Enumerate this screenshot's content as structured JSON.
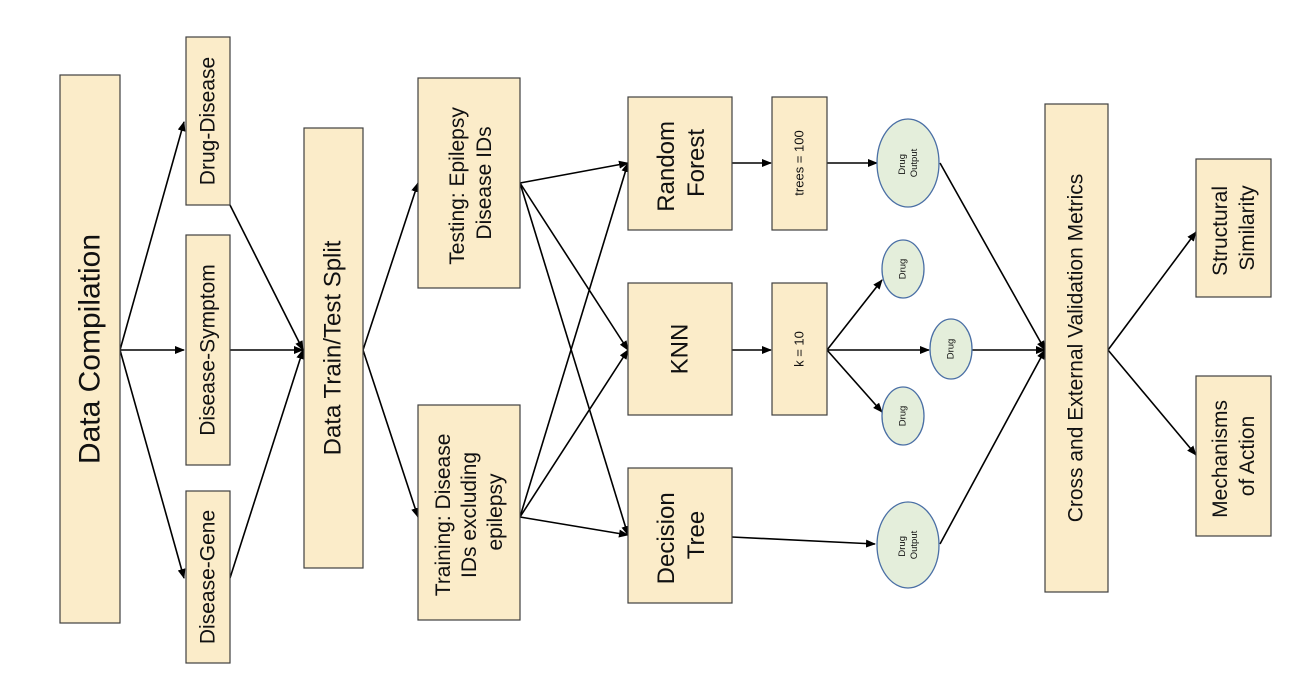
{
  "nodes": {
    "data_compilation": "Data Compilation",
    "drug_disease": "Drug-Disease",
    "disease_symptom": "Disease-Symptom",
    "disease_gene": "Disease-Gene",
    "train_test_split": "Data Train/Test Split",
    "testing": [
      "Testing: Epilepsy",
      "Disease IDs"
    ],
    "training": [
      "Training: Disease",
      "IDs excluding",
      "epilepsy"
    ],
    "random_forest": [
      "Random",
      "Forest"
    ],
    "knn": "KNN",
    "decision_tree": [
      "Decision",
      "Tree"
    ],
    "trees_param": "trees = 100",
    "k_param": "k = 10",
    "rf_output": [
      "Drug",
      "Output"
    ],
    "drug_1": "Drug",
    "drug_2": "Drug",
    "drug_3": "Drug",
    "dt_output": [
      "Drug",
      "Output"
    ],
    "validation": "Cross and External Validation Metrics",
    "structural_similarity": [
      "Structural",
      "Similarity"
    ],
    "mechanisms_of_action": [
      "Mechanisms",
      "of Action"
    ]
  },
  "colors": {
    "box_fill": "#fbecc9",
    "oval_fill": "#e4eedb",
    "oval_stroke": "#4a6fa5"
  }
}
